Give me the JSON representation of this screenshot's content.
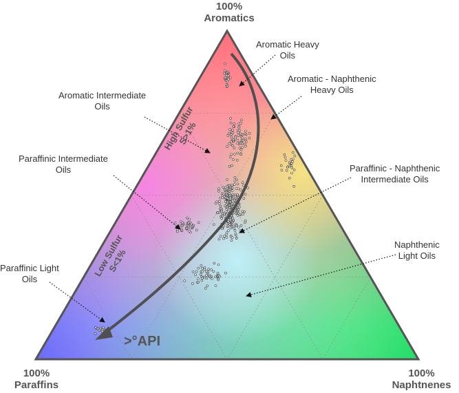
{
  "vertices": {
    "top": {
      "pct": "100%",
      "name": "Aromatics"
    },
    "left": {
      "pct": "100%",
      "name": "Paraffins"
    },
    "right": {
      "pct": "100%",
      "name": "Naphtnenes"
    }
  },
  "callouts": {
    "aromatic_heavy": [
      "Aromatic Heavy",
      "Oils"
    ],
    "aromatic_naphthenic_heavy": [
      "Aromatic - Naphthenic",
      "Heavy Oils"
    ],
    "aromatic_intermediate": [
      "Aromatic Intermediate",
      "Oils"
    ],
    "paraffinic_intermediate": [
      "Paraffinic Intermediate",
      "Oils"
    ],
    "paraffinic_naphthenic_intermediate": [
      "Paraffinic - Naphthenic",
      "Intermediate Oils"
    ],
    "naphthenic_light": [
      "Naphthenic",
      "Light Oils"
    ],
    "paraffinic_light": [
      "Paraffinic Light",
      "Oils"
    ]
  },
  "zones": {
    "high_sulfur": [
      "High Sulfur",
      "S>1%"
    ],
    "low_sulfur": [
      "Low Sulfur",
      "S<1%"
    ]
  },
  "api_label": ">°API",
  "colors": {
    "aromatics": "#ff8080",
    "paraffins": "#6a6af8",
    "naphthenes": "#22dd66",
    "outline": "#555555",
    "arrow": "#555555"
  }
}
